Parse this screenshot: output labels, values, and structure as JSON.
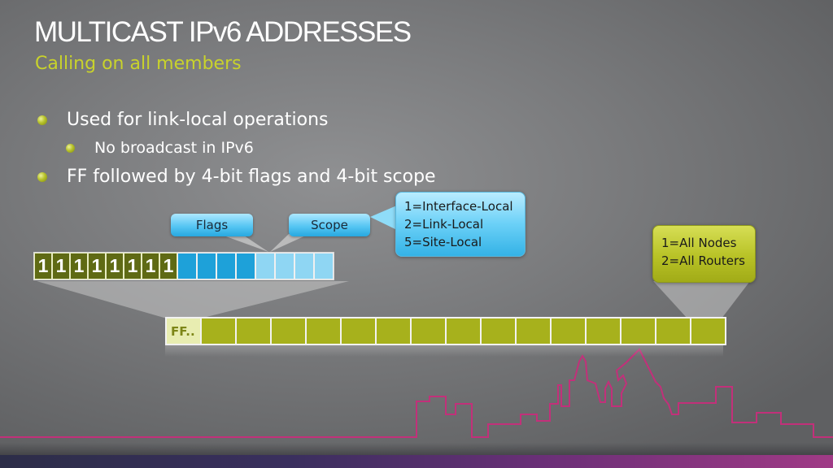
{
  "title": "MULTICAST IPv6 ADDRESSES",
  "subtitle": "Calling on all members",
  "bullets": [
    {
      "text": "Used for link-local operations",
      "level": 1
    },
    {
      "text": "No broadcast in IPv6",
      "level": 2
    },
    {
      "text": "FF followed by 4-bit flags and 4-bit scope",
      "level": 1
    }
  ],
  "labels": {
    "flags": "Flags",
    "scope": "Scope"
  },
  "scope_callout": [
    "1=Interface-Local",
    "2=Link-Local",
    "5=Site-Local"
  ],
  "group_callout": [
    "1=All Nodes",
    "2=All Routers"
  ],
  "first_byte_bits": [
    "1",
    "1",
    "1",
    "1",
    "1",
    "1",
    "1",
    "1"
  ],
  "address_first_segment": "FF..",
  "colors": {
    "accent_green": "#a7b11c",
    "accent_blue": "#27a8e0",
    "skyline_pink": "#c2307a"
  },
  "icons": [
    "bullet-dot-icon",
    "cologne-skyline-icon"
  ]
}
